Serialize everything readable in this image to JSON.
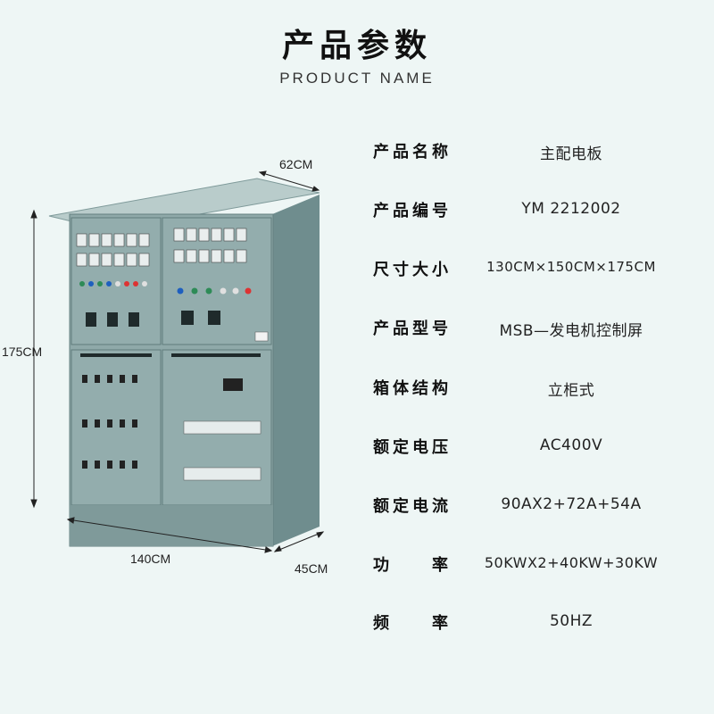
{
  "header": {
    "title": "产品参数",
    "subtitle": "PRODUCT NAME"
  },
  "dimensions": {
    "depth_top": "62CM",
    "height": "175CM",
    "width": "140CM",
    "depth_bottom": "45CM"
  },
  "specs": [
    {
      "label": "产品名称",
      "value": "主配电板"
    },
    {
      "label": "产品编号",
      "value": "YM 2212002"
    },
    {
      "label": "尺寸大小",
      "value": "130CM×150CM×175CM"
    },
    {
      "label": "产品型号",
      "value": "MSB—发电机控制屏"
    },
    {
      "label": "箱体结构",
      "value": "立柜式"
    },
    {
      "label": "额定电压",
      "value": "AC400V"
    },
    {
      "label": "额定电流",
      "value": "90AX2+72A+54A"
    },
    {
      "label": "功率",
      "value": "50KWX2+40KW+30KW"
    },
    {
      "label": "频率",
      "value": "50HZ"
    }
  ],
  "colors": {
    "background": "#eef6f5",
    "cabinet": "#8fa9a9",
    "cabinet_dark": "#6d8b8c"
  }
}
